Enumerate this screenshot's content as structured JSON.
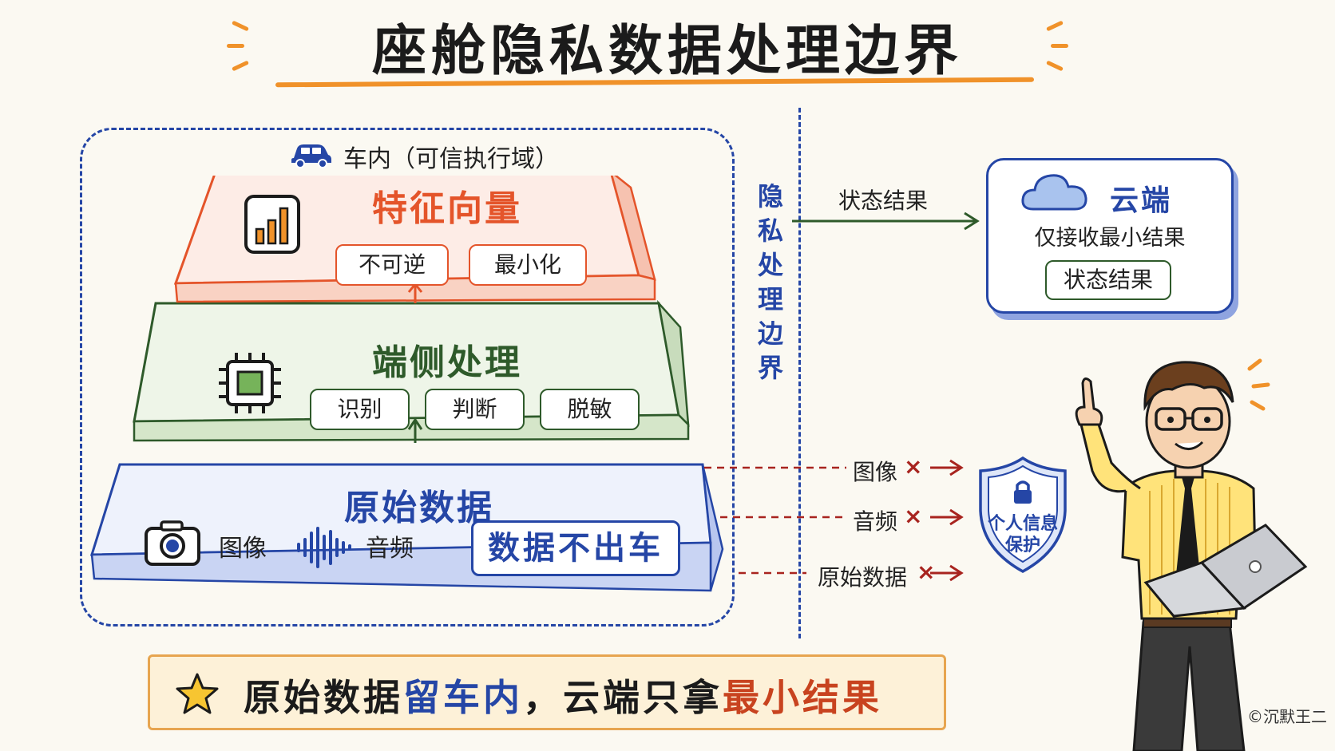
{
  "title": "座舱隐私数据处理边界",
  "vehicle_zone": {
    "label": "车内（可信执行域）",
    "tiers": {
      "feature": {
        "title": "特征向量",
        "tags": [
          "不可逆",
          "最小化"
        ]
      },
      "edge": {
        "title": "端侧处理",
        "tags": [
          "识别",
          "判断",
          "脱敏"
        ]
      },
      "raw": {
        "title": "原始数据",
        "image_label": "图像",
        "audio_label": "音频",
        "badge": "数据不出车"
      }
    }
  },
  "boundary_label": "隐私处理边界",
  "flows": {
    "allowed": "状态结果",
    "blocked": [
      "图像",
      "音频",
      "原始数据"
    ],
    "blocked_mark": "×"
  },
  "cloud": {
    "title": "云端",
    "subtitle": "仅接收最小结果",
    "chip": "状态结果"
  },
  "shield": {
    "line1": "个人信息",
    "line2": "保护"
  },
  "summary": {
    "part1": "原始数据",
    "part2": "留车内",
    "part3": "，云端只拿",
    "part4": "最小结果"
  },
  "copyright": "©沉默王二",
  "colors": {
    "orange": "#e4542a",
    "green": "#2e5a2a",
    "blue": "#2546a6",
    "red": "#a8241f"
  }
}
